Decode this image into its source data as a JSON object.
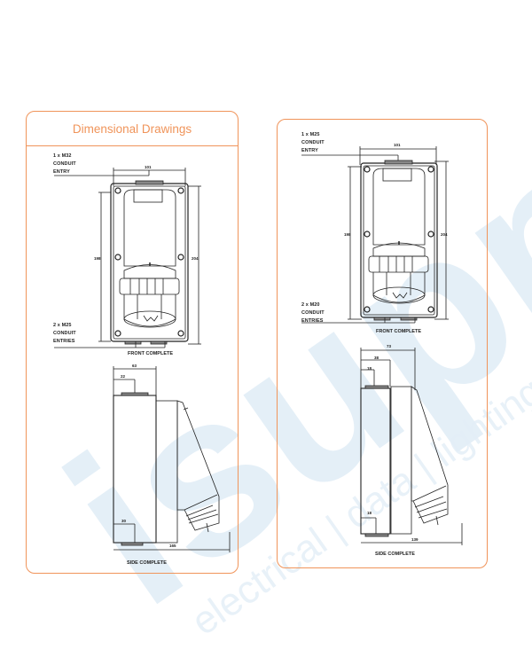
{
  "page": {
    "title": "Dimensional Drawings",
    "accent_color": "#f0945a",
    "watermark": {
      "brand": "isupply",
      "tagline": "electrical | data | lighting",
      "color": "#d6e8f4"
    }
  },
  "left_panel": {
    "title": "Dimensional Drawings",
    "front": {
      "top_entry": [
        "1 x M32",
        "CONDUIT",
        "ENTRY"
      ],
      "bottom_entry": [
        "2 x M25",
        "CONDUIT",
        "ENTRIES"
      ],
      "width": "101",
      "height_inner": "198",
      "height_outer": "204",
      "caption": "FRONT COMPLETE"
    },
    "side": {
      "depth_top": "63",
      "offset_top": "22",
      "offset_bottom": "30",
      "total_depth": "165",
      "caption": "SIDE COMPLETE"
    }
  },
  "right_panel": {
    "front": {
      "top_entry": [
        "1 x M25",
        "CONDUIT",
        "ENTRY"
      ],
      "bottom_entry": [
        "2 x M20",
        "CONDUIT",
        "ENTRIES"
      ],
      "width": "101",
      "height_inner": "198",
      "height_outer": "204",
      "caption": "FRONT COMPLETE"
    },
    "side": {
      "depth_top": "73",
      "offset_top_1": "38",
      "offset_top_2": "18",
      "offset_bottom": "18",
      "total_depth": "139",
      "caption": "SIDE COMPLETE"
    }
  }
}
